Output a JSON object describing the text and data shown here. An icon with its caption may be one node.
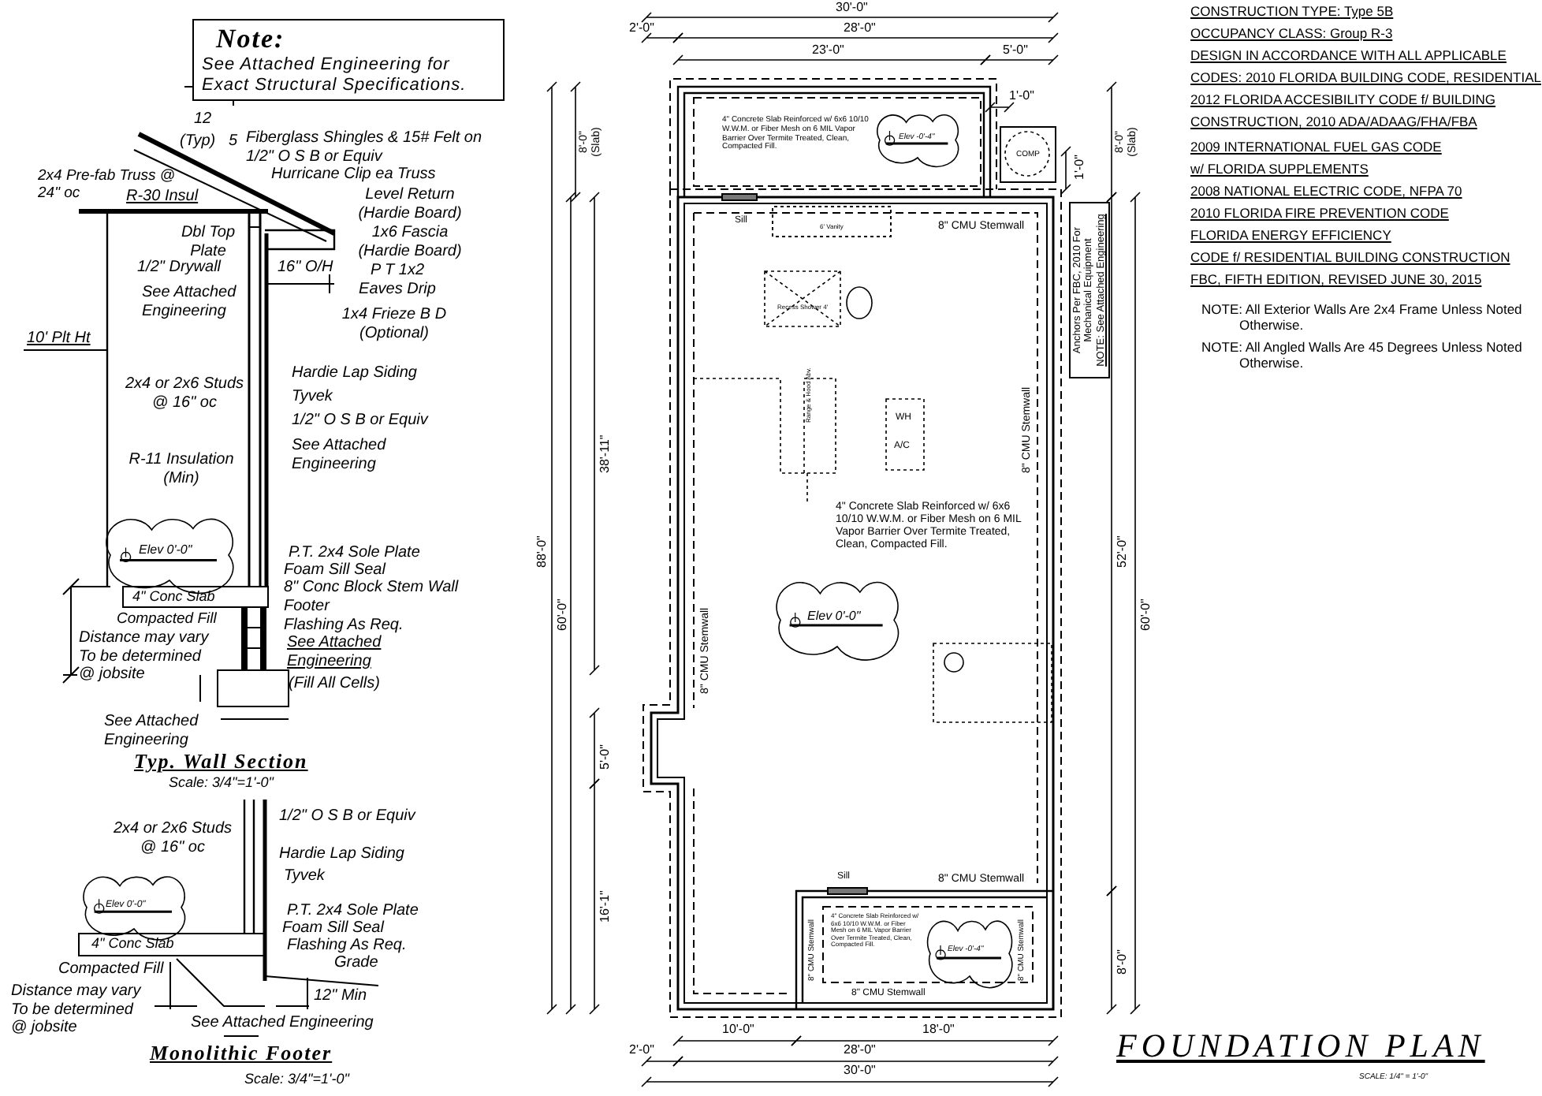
{
  "diagram": {
    "title": "FOUNDATION PLAN",
    "nodes": [
      {
        "text": [
          "Note:",
          "See Attached Engineering for Exact Structural Specifications."
        ]
      },
      {
        "text": [
          "COMP"
        ]
      },
      {
        "text": [
          "Anchors Per FBC, 2010 For Mechanical Equipment",
          "NOTE: See Attached Engineering"
        ]
      }
    ],
    "labels": [
      "12",
      "(Typ)",
      "5",
      "Fiberglass Shingles & 15# Felt on 1/2\" O S B or Equiv",
      "Hurricane Clip ea Truss",
      "2x4 Pre-fab Truss @ 24\" oc",
      "R-30 Insul",
      "Level Return (Hardie Board)",
      "Dbl Top Plate",
      "1x6 Fascia (Hardie Board)",
      "P T 1x2 Eaves Drip",
      "1/2\" Drywall",
      "16\" O/H",
      "See Attached Engineering",
      "1x4 Frieze B D (Optional)",
      "10' Plt Ht",
      "Hardie Lap Siding",
      "2x4 or 2x6 Studs @ 16\" oc",
      "Tyvek",
      "1/2\" O S B or Equiv",
      "See Attached Engineering",
      "R-11 Insulation (Min)",
      "Elev 0'-0\"",
      "P.T. 2x4 Sole Plate",
      "Foam Sill Seal",
      "8\" Conc Block Stem Wall Footer",
      "4\" Conc Slab",
      "Compacted Fill",
      "Flashing As Req.",
      "See Attached Engineering",
      "(Fill All Cells)",
      "Distance may vary To be determined @ jobsite",
      "See Attached Engineering",
      "Typ. Wall Section",
      "Scale: 3/4\"=1'-0\"",
      "1/2\" O S B or Equiv",
      "2x4 or 2x6 Studs @ 16\" oc",
      "Hardie Lap Siding",
      "Tyvek",
      "Elev 0'-0\"",
      "P.T. 2x4 Sole Plate",
      "Foam Sill Seal",
      "4\" Conc Slab",
      "Flashing As Req.",
      "Grade",
      "Compacted Fill",
      "12\" Min",
      "Distance may vary To be determined @ jobsite",
      "See Attached Engineering",
      "Monolithic Footer",
      "Scale: 3/4\"=1'-0\"",
      "30'-0\"",
      "2'-0\"",
      "28'-0\"",
      "23'-0\"",
      "5'-0\"",
      "1'-0\"",
      "8'-0\" (Slab)",
      "8'-0\" (Slab)",
      "1'-0\"",
      "4\" Concrete Slab Reinforced w/ 6x6 10/10 W.W.M. or Fiber Mesh on 6 MIL Vapor Barrier Over Termite Treated, Clean, Compacted Fill.",
      "Elev -0'-4\"",
      "Sill",
      "6' Vanity",
      "8\" CMU Stemwall",
      "Recess Shower 4'",
      "Range & Hood Abv.",
      "38'-11\"",
      "WH",
      "A/C",
      "8\" CMU Stemwall",
      "4\" Concrete Slab Reinforced w/ 6x6 10/10 W.W.M. or Fiber Mesh on 6 MIL Vapor Barrier Over Termite Treated, Clean, Compacted Fill.",
      "88'-0\"",
      "60'-0\"",
      "52'-0\"",
      "60'-0\"",
      "Elev 0'-0\"",
      "8\" CMU Stemwall",
      "5'-0\"",
      "16'-1\"",
      "Sill",
      "8\" CMU Stemwall",
      "8\" CMU Stemwall",
      "4\" Concrete Slab Reinforced w/ 6x6 10/10 W.W.M. or Fiber Mesh on 6 MIL Vapor Barrier Over Termite Treated, Clean, Compacted Fill.",
      "Elev -0'-4\"",
      "8\" CMU Stemwall",
      "8'-0\"",
      "8\" CMU Stemwall",
      "10'-0\"",
      "18'-0\"",
      "2'-0\"",
      "28'-0\"",
      "30'-0\"",
      "CONSTRUCTION TYPE: Type 5B",
      "OCCUPANCY CLASS: Group R-3",
      "DESIGN IN ACCORDANCE WITH ALL APPLICABLE",
      "CODES: 2010 FLORIDA BUILDING CODE, RESIDENTIAL",
      "2012 FLORIDA ACCESIBILITY CODE f/ BUILDING",
      "CONSTRUCTION, 2010 ADA/ADAAG/FHA/FBA",
      "2009 INTERNATIONAL FUEL GAS CODE",
      "w/ FLORIDA SUPPLEMENTS",
      "2008 NATIONAL ELECTRIC CODE, NFPA 70",
      "2010 FLORIDA FIRE PREVENTION CODE",
      "FLORIDA ENERGY EFFICIENCY",
      "CODE f/ RESIDENTIAL BUILDING CONSTRUCTION",
      "FBC, FIFTH EDITION, REVISED JUNE 30, 2015",
      "NOTE: All Exterior Walls Are 2x4 Frame Unless Noted Otherwise.",
      "NOTE: All Angled Walls Are 45 Degrees Unless Noted Otherwise.",
      "SCALE: 1/4\" = 1'-0\""
    ]
  }
}
